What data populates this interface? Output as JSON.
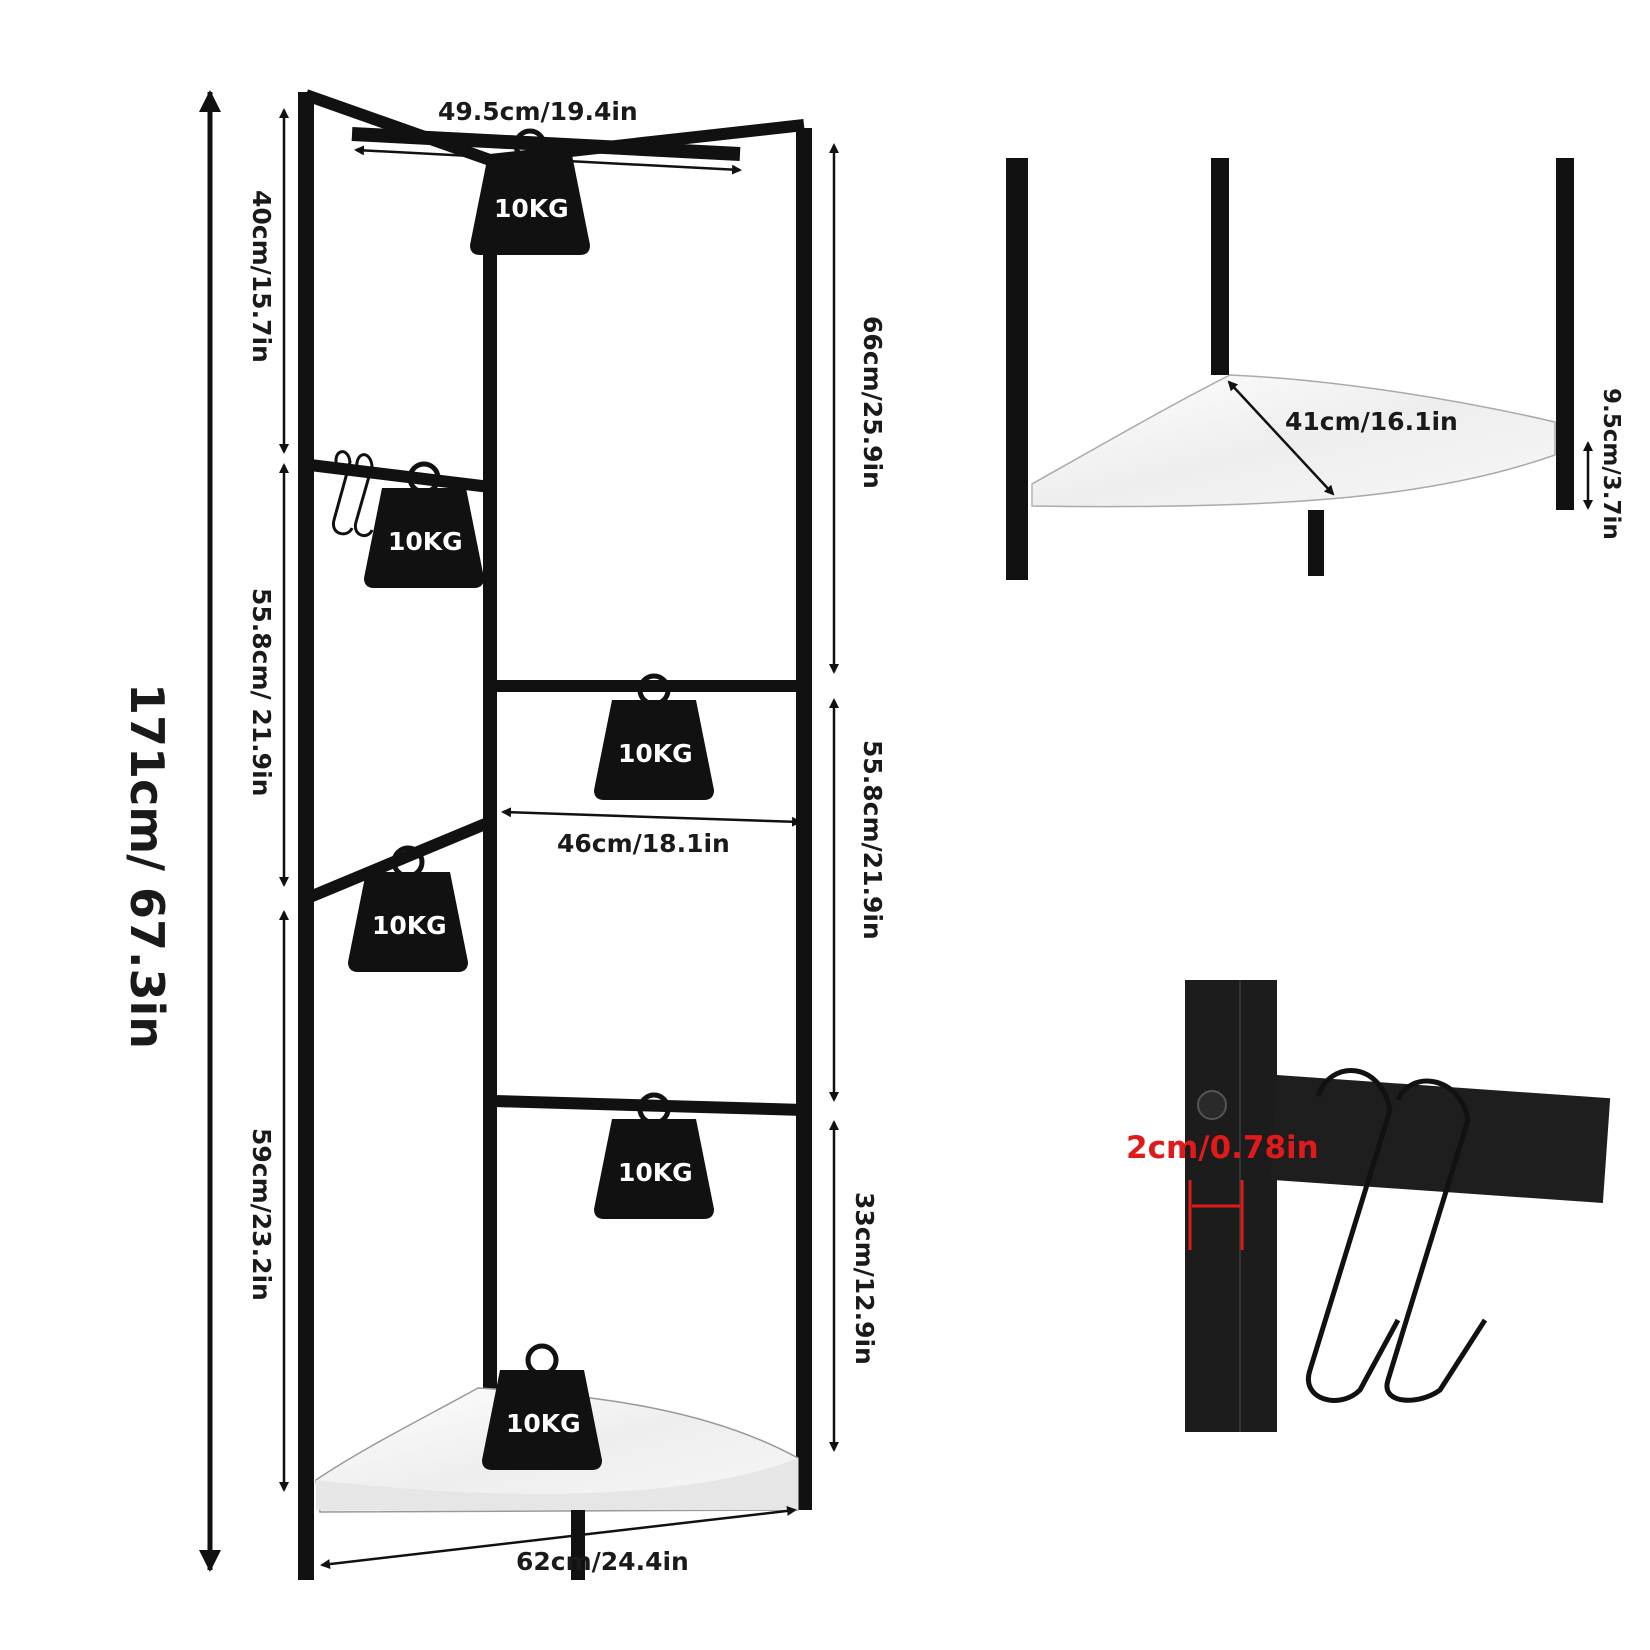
{
  "dimensions": {
    "total_height": "171cm/ 67.3in",
    "top_width": "49.5cm/19.4in",
    "left_upper": "40cm/15.7in",
    "left_middle": "55.8cm/ 21.9in",
    "left_lower": "59cm/23.2in",
    "right_upper": "66cm/25.9in",
    "right_middle": "55.8cm/21.9in",
    "right_lower": "33cm/12.9in",
    "inner_width": "46cm/18.1in",
    "base_width": "62cm/24.4in",
    "shelf_depth": "41cm/16.1in",
    "shelf_clearance": "9.5cm/3.7in",
    "tube_width": "2cm/0.78in"
  },
  "load_labels": [
    "10KG",
    "10KG",
    "10KG",
    "10KG",
    "10KG",
    "10KG"
  ],
  "colors": {
    "frame": "#111111",
    "shelf": "#f2f2f2",
    "highlight": "#e01a1a"
  }
}
